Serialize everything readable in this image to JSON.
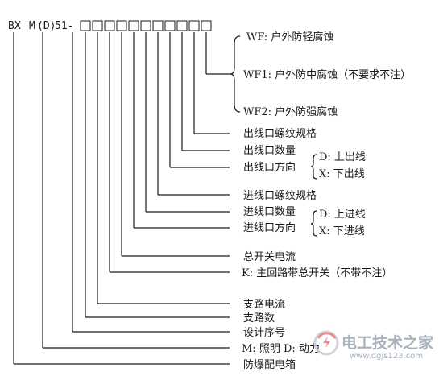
{
  "model_code": {
    "prefix": "BX",
    "letter_m": "M",
    "letter_d": "(D)",
    "series": "51-",
    "placeholder_count": 11
  },
  "corrosion": {
    "wf": "WF: 户外防轻腐蚀",
    "wf1": "WF1: 户外防中腐蚀（不要求不注）",
    "wf2": "WF2: 户外防强腐蚀"
  },
  "items": {
    "outlet_thread": "出线口螺纹规格",
    "outlet_count": "出线口数量",
    "outlet_direction": "出线口方向",
    "outlet_up": "D: 上出线",
    "outlet_down": "X: 下出线",
    "inlet_thread": "进线口螺纹规格",
    "inlet_count": "进线口数量",
    "inlet_direction": "进线口方向",
    "inlet_up": "D: 上进线",
    "inlet_down": "X: 下进线",
    "main_current": "总开关电流",
    "main_switch": "K: 主回路带总开关（不带不注）",
    "branch_current": "支路电流",
    "branch_count": "支路数",
    "design_no": "设计序号",
    "usage": "M: 照明  D: 动力",
    "product": "防爆配电箱"
  },
  "watermark": {
    "text": "电工技术之家",
    "url": "www.dgjs123.com"
  }
}
